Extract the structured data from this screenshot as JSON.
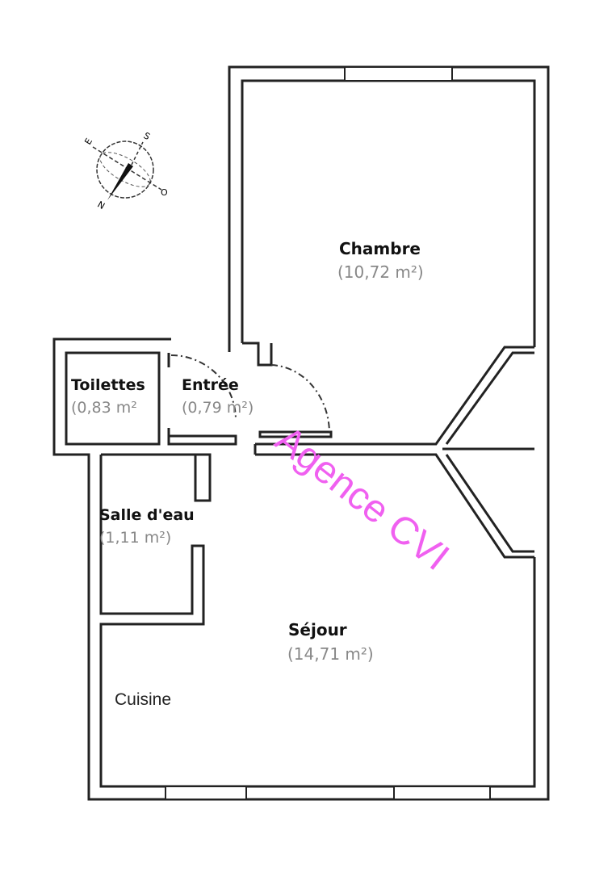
{
  "rooms": [
    {
      "name": "Chambre",
      "area": "(10,72 m²)"
    },
    {
      "name": "Toilettes",
      "area": "(0,83 m²"
    },
    {
      "name": "Entrée",
      "area": "(0,79 m²)"
    },
    {
      "name": "Salle d'eau",
      "area": "(1,11 m²)"
    },
    {
      "name": "Séjour",
      "area": "(14,71 m²)"
    }
  ],
  "kitchen_label": "Cuisine",
  "watermark": "Agence CVI",
  "compass": {
    "n": "N",
    "s": "S",
    "e": "E",
    "o": "O"
  },
  "colors": {
    "walls": "#222222",
    "area_text": "#888888",
    "watermark": "#f060f0"
  }
}
